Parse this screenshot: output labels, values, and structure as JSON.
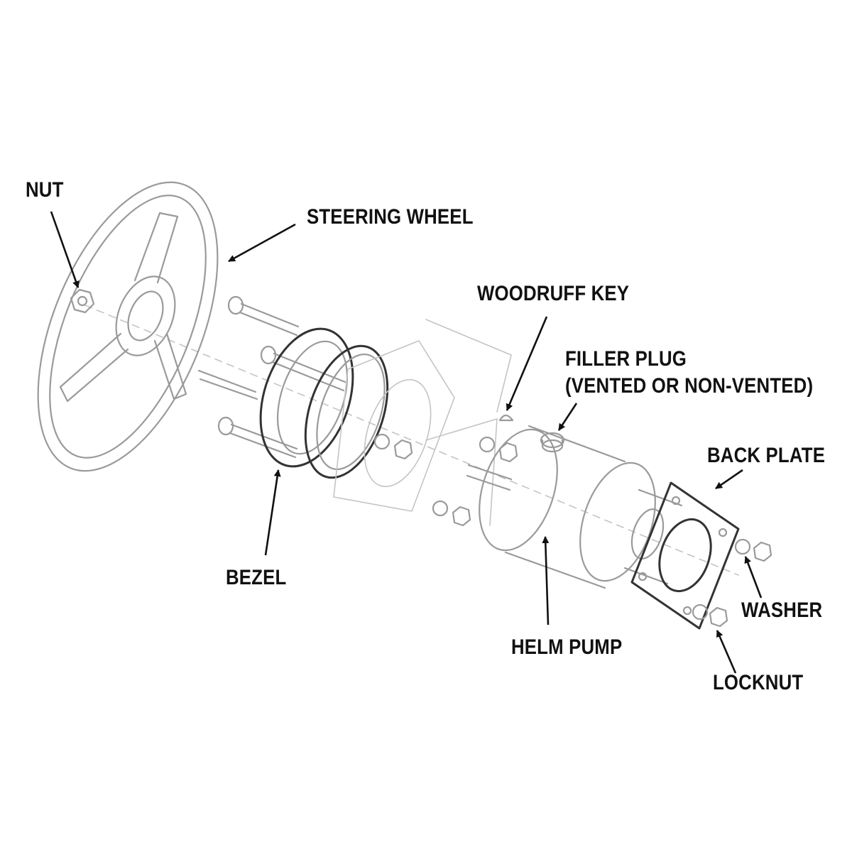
{
  "labels": {
    "nut": "NUT",
    "steering_wheel": "STEERING WHEEL",
    "woodruff_key": "WOODRUFF KEY",
    "filler_plug_line1": "FILLER PLUG",
    "filler_plug_line2": "(VENTED OR NON-VENTED)",
    "back_plate": "BACK PLATE",
    "bezel": "BEZEL",
    "washer": "WASHER",
    "helm_pump": "HELM PUMP",
    "locknut": "LOCKNUT"
  }
}
